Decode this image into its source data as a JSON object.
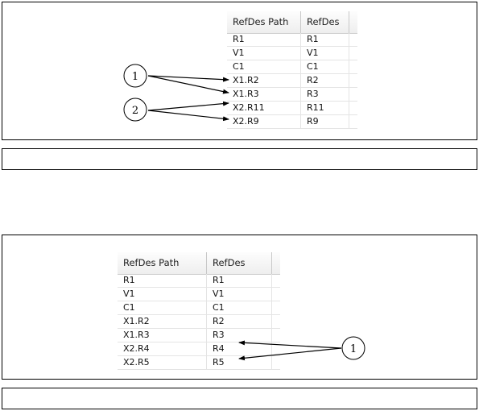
{
  "top": {
    "columns": [
      "RefDes Path",
      "RefDes"
    ],
    "rows": [
      [
        "R1",
        "R1"
      ],
      [
        "V1",
        "V1"
      ],
      [
        "C1",
        "C1"
      ],
      [
        "X1.R2",
        "R2"
      ],
      [
        "X1.R3",
        "R3"
      ],
      [
        "X2.R11",
        "R11"
      ],
      [
        "X2.R9",
        "R9"
      ]
    ],
    "callouts": [
      "1",
      "2"
    ]
  },
  "bottom": {
    "columns": [
      "RefDes Path",
      "RefDes"
    ],
    "rows": [
      [
        "R1",
        "R1"
      ],
      [
        "V1",
        "V1"
      ],
      [
        "C1",
        "C1"
      ],
      [
        "X1.R2",
        "R2"
      ],
      [
        "X1.R3",
        "R3"
      ],
      [
        "X2.R4",
        "R4"
      ],
      [
        "X2.R5",
        "R5"
      ]
    ],
    "callouts": [
      "1"
    ]
  },
  "captions": {
    "top": "",
    "bottom": ""
  }
}
